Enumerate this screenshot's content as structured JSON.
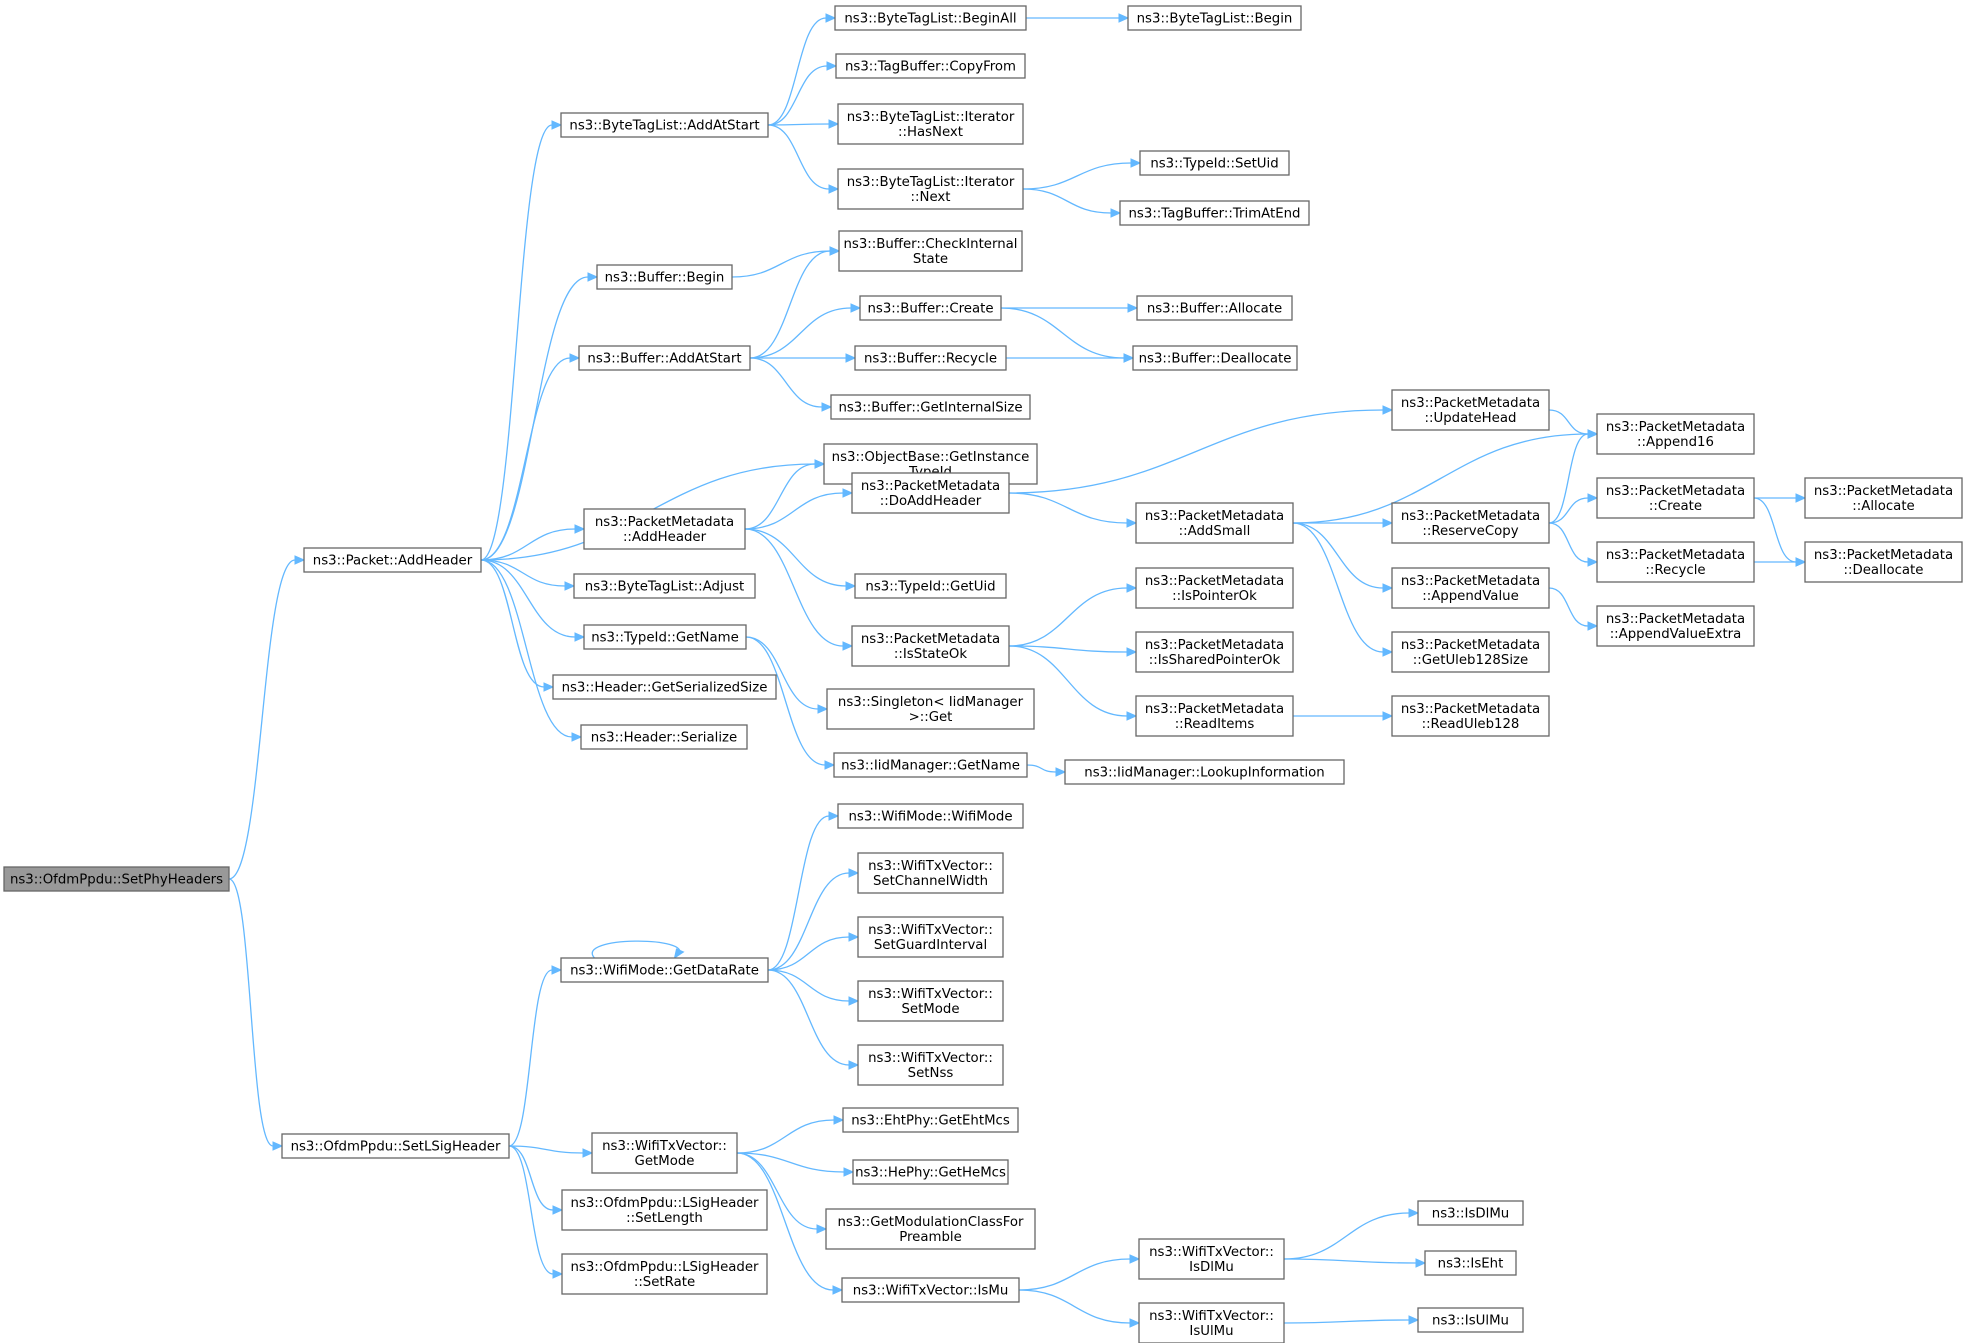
{
  "graph": {
    "nodes": [
      {
        "id": "setphy",
        "lines": [
          "ns3::OfdmPpdu::SetPhyHeaders"
        ],
        "root": true
      },
      {
        "id": "addheader",
        "lines": [
          "ns3::Packet::AddHeader"
        ]
      },
      {
        "id": "setlsig",
        "lines": [
          "ns3::OfdmPpdu::SetLSigHeader"
        ]
      },
      {
        "id": "btl_addatstart",
        "lines": [
          "ns3::ByteTagList::AddAtStart"
        ]
      },
      {
        "id": "buf_begin",
        "lines": [
          "ns3::Buffer::Begin"
        ]
      },
      {
        "id": "buf_addatstart",
        "lines": [
          "ns3::Buffer::AddAtStart"
        ]
      },
      {
        "id": "ob_getinst",
        "lines": [
          "ns3::ObjectBase::GetInstance",
          "TypeId"
        ]
      },
      {
        "id": "pm_addheader",
        "lines": [
          "ns3::PacketMetadata",
          "::AddHeader"
        ]
      },
      {
        "id": "btl_adjust",
        "lines": [
          "ns3::ByteTagList::Adjust"
        ]
      },
      {
        "id": "typeid_getname",
        "lines": [
          "ns3::TypeId::GetName"
        ]
      },
      {
        "id": "hdr_getser",
        "lines": [
          "ns3::Header::GetSerializedSize"
        ]
      },
      {
        "id": "hdr_ser",
        "lines": [
          "ns3::Header::Serialize"
        ]
      },
      {
        "id": "btl_beginall",
        "lines": [
          "ns3::ByteTagList::BeginAll"
        ]
      },
      {
        "id": "btl_begin",
        "lines": [
          "ns3::ByteTagList::Begin"
        ]
      },
      {
        "id": "tb_copyfrom",
        "lines": [
          "ns3::TagBuffer::CopyFrom"
        ]
      },
      {
        "id": "btl_hasnext",
        "lines": [
          "ns3::ByteTagList::Iterator",
          "::HasNext"
        ]
      },
      {
        "id": "btl_next",
        "lines": [
          "ns3::ByteTagList::Iterator",
          "::Next"
        ]
      },
      {
        "id": "typeid_setuid",
        "lines": [
          "ns3::TypeId::SetUid"
        ]
      },
      {
        "id": "tb_trimatend",
        "lines": [
          "ns3::TagBuffer::TrimAtEnd"
        ]
      },
      {
        "id": "buf_checkint",
        "lines": [
          "ns3::Buffer::CheckInternal",
          "State"
        ]
      },
      {
        "id": "buf_create",
        "lines": [
          "ns3::Buffer::Create"
        ]
      },
      {
        "id": "buf_allocate",
        "lines": [
          "ns3::Buffer::Allocate"
        ]
      },
      {
        "id": "buf_recycle",
        "lines": [
          "ns3::Buffer::Recycle"
        ]
      },
      {
        "id": "buf_deallocate",
        "lines": [
          "ns3::Buffer::Deallocate"
        ]
      },
      {
        "id": "buf_getintsize",
        "lines": [
          "ns3::Buffer::GetInternalSize"
        ]
      },
      {
        "id": "pm_doaddheader",
        "lines": [
          "ns3::PacketMetadata",
          "::DoAddHeader"
        ]
      },
      {
        "id": "typeid_getuid",
        "lines": [
          "ns3::TypeId::GetUid"
        ]
      },
      {
        "id": "pm_isstateok",
        "lines": [
          "ns3::PacketMetadata",
          "::IsStateOk"
        ]
      },
      {
        "id": "pm_updatehead",
        "lines": [
          "ns3::PacketMetadata",
          "::UpdateHead"
        ]
      },
      {
        "id": "pm_append16",
        "lines": [
          "ns3::PacketMetadata",
          "::Append16"
        ]
      },
      {
        "id": "pm_addsmall",
        "lines": [
          "ns3::PacketMetadata",
          "::AddSmall"
        ]
      },
      {
        "id": "pm_reservecopy",
        "lines": [
          "ns3::PacketMetadata",
          "::ReserveCopy"
        ]
      },
      {
        "id": "pm_create",
        "lines": [
          "ns3::PacketMetadata",
          "::Create"
        ]
      },
      {
        "id": "pm_allocate",
        "lines": [
          "ns3::PacketMetadata",
          "::Allocate"
        ]
      },
      {
        "id": "pm_recycle",
        "lines": [
          "ns3::PacketMetadata",
          "::Recycle"
        ]
      },
      {
        "id": "pm_deallocate",
        "lines": [
          "ns3::PacketMetadata",
          "::Deallocate"
        ]
      },
      {
        "id": "pm_appendvalue",
        "lines": [
          "ns3::PacketMetadata",
          "::AppendValue"
        ]
      },
      {
        "id": "pm_appendvalueextra",
        "lines": [
          "ns3::PacketMetadata",
          "::AppendValueExtra"
        ]
      },
      {
        "id": "pm_getuleb",
        "lines": [
          "ns3::PacketMetadata",
          "::GetUleb128Size"
        ]
      },
      {
        "id": "pm_ispointerok",
        "lines": [
          "ns3::PacketMetadata",
          "::IsPointerOk"
        ]
      },
      {
        "id": "pm_issharedok",
        "lines": [
          "ns3::PacketMetadata",
          "::IsSharedPointerOk"
        ]
      },
      {
        "id": "pm_readitems",
        "lines": [
          "ns3::PacketMetadata",
          "::ReadItems"
        ]
      },
      {
        "id": "pm_readuleb",
        "lines": [
          "ns3::PacketMetadata",
          "::ReadUleb128"
        ]
      },
      {
        "id": "singleton_get",
        "lines": [
          "ns3::Singleton< IidManager",
          ">::Get"
        ]
      },
      {
        "id": "iid_getname",
        "lines": [
          "ns3::IidManager::GetName"
        ]
      },
      {
        "id": "iid_lookup",
        "lines": [
          "ns3::IidManager::LookupInformation"
        ]
      },
      {
        "id": "wifimode_getdatarate",
        "lines": [
          "ns3::WifiMode::GetDataRate"
        ]
      },
      {
        "id": "wifimode_wifimode",
        "lines": [
          "ns3::WifiMode::WifiMode"
        ]
      },
      {
        "id": "wtv_setchw",
        "lines": [
          "ns3::WifiTxVector::",
          "SetChannelWidth"
        ]
      },
      {
        "id": "wtv_setgi",
        "lines": [
          "ns3::WifiTxVector::",
          "SetGuardInterval"
        ]
      },
      {
        "id": "wtv_setmode",
        "lines": [
          "ns3::WifiTxVector::",
          "SetMode"
        ]
      },
      {
        "id": "wtv_setnss",
        "lines": [
          "ns3::WifiTxVector::",
          "SetNss"
        ]
      },
      {
        "id": "wtv_getmode",
        "lines": [
          "ns3::WifiTxVector::",
          "GetMode"
        ]
      },
      {
        "id": "lsig_setlength",
        "lines": [
          "ns3::OfdmPpdu::LSigHeader",
          "::SetLength"
        ]
      },
      {
        "id": "lsig_setrate",
        "lines": [
          "ns3::OfdmPpdu::LSigHeader",
          "::SetRate"
        ]
      },
      {
        "id": "eht_getehtmcs",
        "lines": [
          "ns3::EhtPhy::GetEhtMcs"
        ]
      },
      {
        "id": "he_gethemcs",
        "lines": [
          "ns3::HePhy::GetHeMcs"
        ]
      },
      {
        "id": "getmodclass",
        "lines": [
          "ns3::GetModulationClassFor",
          "Preamble"
        ]
      },
      {
        "id": "wtv_ismu",
        "lines": [
          "ns3::WifiTxVector::IsMu"
        ]
      },
      {
        "id": "wtv_isdlmu",
        "lines": [
          "ns3::WifiTxVector::",
          "IsDlMu"
        ]
      },
      {
        "id": "wtv_isulmu",
        "lines": [
          "ns3::WifiTxVector::",
          "IsUlMu"
        ]
      },
      {
        "id": "isdlmu",
        "lines": [
          "ns3::IsDlMu"
        ]
      },
      {
        "id": "iseht",
        "lines": [
          "ns3::IsEht"
        ]
      },
      {
        "id": "isulmu",
        "lines": [
          "ns3::IsUlMu"
        ]
      }
    ],
    "edges": [
      [
        "setphy",
        "addheader"
      ],
      [
        "setphy",
        "setlsig"
      ],
      [
        "addheader",
        "btl_addatstart"
      ],
      [
        "addheader",
        "buf_begin"
      ],
      [
        "addheader",
        "buf_addatstart"
      ],
      [
        "addheader",
        "ob_getinst"
      ],
      [
        "addheader",
        "pm_addheader"
      ],
      [
        "addheader",
        "btl_adjust"
      ],
      [
        "addheader",
        "typeid_getname"
      ],
      [
        "addheader",
        "hdr_getser"
      ],
      [
        "addheader",
        "hdr_ser"
      ],
      [
        "btl_addatstart",
        "btl_beginall"
      ],
      [
        "btl_addatstart",
        "tb_copyfrom"
      ],
      [
        "btl_addatstart",
        "btl_hasnext"
      ],
      [
        "btl_addatstart",
        "btl_next"
      ],
      [
        "btl_beginall",
        "btl_begin"
      ],
      [
        "btl_next",
        "typeid_setuid"
      ],
      [
        "btl_next",
        "tb_trimatend"
      ],
      [
        "buf_begin",
        "buf_checkint"
      ],
      [
        "buf_addatstart",
        "buf_checkint"
      ],
      [
        "buf_addatstart",
        "buf_create"
      ],
      [
        "buf_addatstart",
        "buf_recycle"
      ],
      [
        "buf_addatstart",
        "buf_getintsize"
      ],
      [
        "buf_create",
        "buf_allocate"
      ],
      [
        "buf_create",
        "buf_deallocate"
      ],
      [
        "buf_recycle",
        "buf_deallocate"
      ],
      [
        "pm_addheader",
        "ob_getinst"
      ],
      [
        "pm_addheader",
        "pm_doaddheader"
      ],
      [
        "pm_addheader",
        "typeid_getuid"
      ],
      [
        "pm_addheader",
        "pm_isstateok"
      ],
      [
        "pm_doaddheader",
        "pm_updatehead"
      ],
      [
        "pm_doaddheader",
        "pm_addsmall"
      ],
      [
        "pm_updatehead",
        "pm_append16"
      ],
      [
        "pm_addsmall",
        "pm_append16"
      ],
      [
        "pm_addsmall",
        "pm_reservecopy"
      ],
      [
        "pm_addsmall",
        "pm_appendvalue"
      ],
      [
        "pm_addsmall",
        "pm_getuleb"
      ],
      [
        "pm_reservecopy",
        "pm_append16"
      ],
      [
        "pm_reservecopy",
        "pm_create"
      ],
      [
        "pm_reservecopy",
        "pm_recycle"
      ],
      [
        "pm_create",
        "pm_allocate"
      ],
      [
        "pm_create",
        "pm_deallocate"
      ],
      [
        "pm_recycle",
        "pm_deallocate"
      ],
      [
        "pm_appendvalue",
        "pm_appendvalueextra"
      ],
      [
        "pm_isstateok",
        "pm_ispointerok"
      ],
      [
        "pm_isstateok",
        "pm_issharedok"
      ],
      [
        "pm_isstateok",
        "pm_readitems"
      ],
      [
        "pm_readitems",
        "pm_readuleb"
      ],
      [
        "typeid_getname",
        "singleton_get"
      ],
      [
        "typeid_getname",
        "iid_getname"
      ],
      [
        "iid_getname",
        "iid_lookup"
      ],
      [
        "setlsig",
        "wifimode_getdatarate"
      ],
      [
        "setlsig",
        "wtv_getmode"
      ],
      [
        "setlsig",
        "lsig_setlength"
      ],
      [
        "setlsig",
        "lsig_setrate"
      ],
      [
        "wifimode_getdatarate",
        "wifimode_wifimode"
      ],
      [
        "wifimode_getdatarate",
        "wtv_setchw"
      ],
      [
        "wifimode_getdatarate",
        "wtv_setgi"
      ],
      [
        "wifimode_getdatarate",
        "wtv_setmode"
      ],
      [
        "wifimode_getdatarate",
        "wtv_setnss"
      ],
      [
        "wifimode_getdatarate",
        "wifimode_getdatarate"
      ],
      [
        "wtv_getmode",
        "eht_getehtmcs"
      ],
      [
        "wtv_getmode",
        "he_gethemcs"
      ],
      [
        "wtv_getmode",
        "getmodclass"
      ],
      [
        "wtv_getmode",
        "wtv_ismu"
      ],
      [
        "wtv_ismu",
        "wtv_isdlmu"
      ],
      [
        "wtv_ismu",
        "wtv_isulmu"
      ],
      [
        "wtv_isdlmu",
        "isdlmu"
      ],
      [
        "wtv_isdlmu",
        "iseht"
      ],
      [
        "wtv_isulmu",
        "isulmu"
      ]
    ]
  }
}
